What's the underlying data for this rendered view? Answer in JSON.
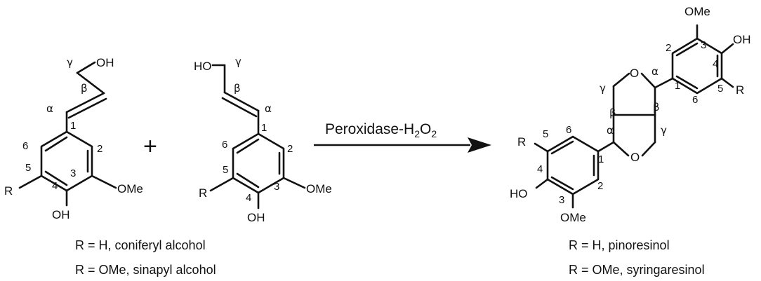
{
  "reagent": {
    "prefix": "Peroxidase-H",
    "sub1": "2",
    "mid": "O",
    "sub2": "2"
  },
  "plus": "+",
  "reactants": {
    "left": {
      "labels": {
        "oh_top": "OH",
        "gamma": "γ",
        "beta": "β",
        "alpha": "α",
        "n1": "1",
        "n2": "2",
        "n3": "3",
        "n4": "4",
        "n5": "5",
        "n6": "6",
        "r": "R",
        "ome": "OMe",
        "oh_bottom": "OH"
      }
    },
    "right": {
      "labels": {
        "ho_top": "HO",
        "gamma": "γ",
        "beta": "β",
        "alpha": "α",
        "n1": "1",
        "n2": "2",
        "n3": "3",
        "n4": "4",
        "n5": "5",
        "n6": "6",
        "r": "R",
        "ome": "OMe",
        "oh_bottom": "OH"
      }
    },
    "captions": [
      "R = H, coniferyl alcohol",
      "R = OMe, sinapyl alcohol"
    ]
  },
  "product": {
    "labels": {
      "ome_top": "OMe",
      "oh_right": "OH",
      "r_right": "R",
      "tn3": "3",
      "tn4": "4",
      "tn2": "2",
      "tn1": "1",
      "tn6": "6",
      "tn5": "5",
      "o_upper": "O",
      "o_lower": "O",
      "alpha_top": "α",
      "gamma_left": "γ",
      "beta_left": "β",
      "beta_right": "β",
      "alpha_bottom": "α",
      "gamma_right": "γ",
      "r_left": "R",
      "bn5": "5",
      "bn6": "6",
      "bn4": "4",
      "bn1": "1",
      "ho_left": "HO",
      "bn3": "3",
      "bn2": "2",
      "ome_bottom": "OMe"
    },
    "captions": [
      "R = H, pinoresinol",
      "R = OMe, syringaresinol"
    ]
  }
}
